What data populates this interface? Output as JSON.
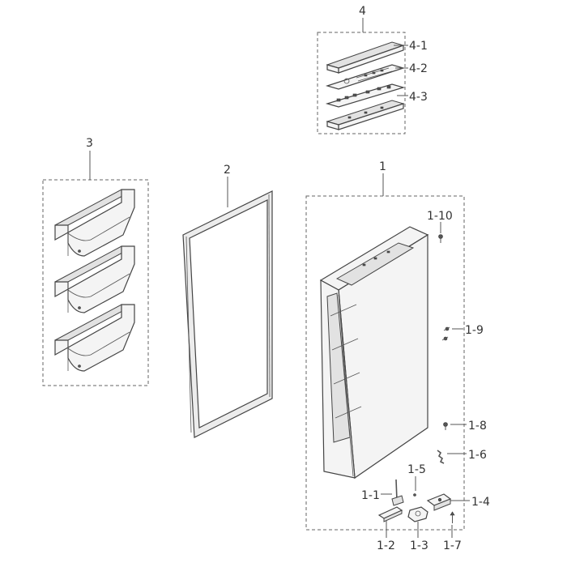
{
  "callouts": {
    "c4": "4",
    "c4_1": "4-1",
    "c4_2": "4-2",
    "c4_3": "4-3",
    "c3": "3",
    "c2": "2",
    "c1": "1",
    "c1_10": "1-10",
    "c1_9": "1-9",
    "c1_8": "1-8",
    "c1_6": "1-6",
    "c1_5": "1-5",
    "c1_1": "1-1",
    "c1_4": "1-4",
    "c1_2": "1-2",
    "c1_3": "1-3",
    "c1_7": "1-7"
  }
}
